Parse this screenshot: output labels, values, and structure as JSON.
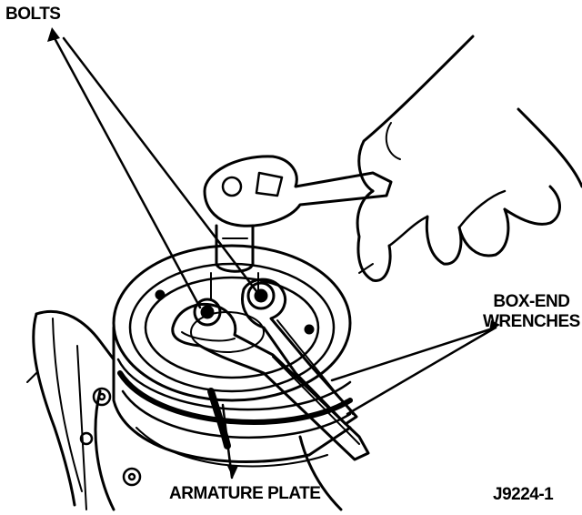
{
  "labels": {
    "bolts": "BOLTS",
    "box_end_line1": "BOX-END",
    "box_end_line2": "WRENCHES",
    "armature_plate": "ARMATURE PLATE",
    "figure_id": "J9224-1"
  },
  "colors": {
    "ink": "#000000",
    "paper": "#ffffff"
  }
}
